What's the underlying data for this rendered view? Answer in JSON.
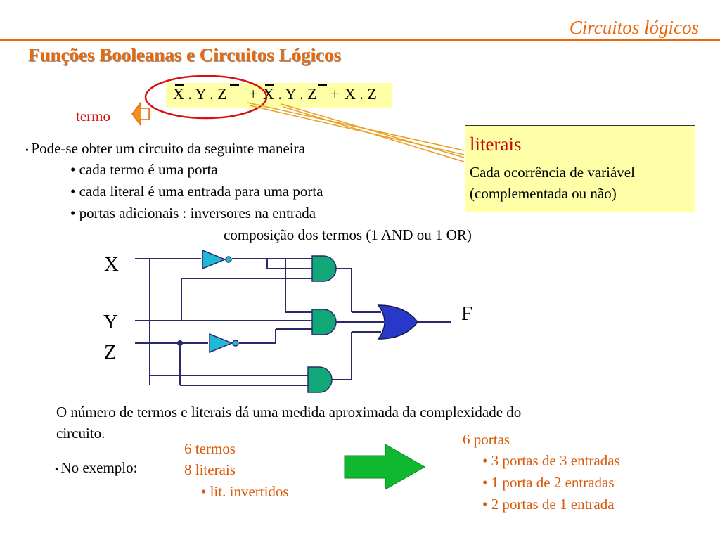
{
  "header": {
    "title": "Circuitos lógicos"
  },
  "main_title": "Funções Booleanas e Circuitos Lógicos",
  "expression": {
    "t1": "X . Y . Z",
    "plus1": "+",
    "t2": "X . Y . Z",
    "plus2": "+",
    "t3": "X . Z"
  },
  "termo_label": "termo",
  "literals_box": {
    "title": "literais",
    "desc_line1": "Cada ocorrência de variável",
    "desc_line2": "(complementada ou não)"
  },
  "bullets": {
    "intro": "Pode-se obter um circuito da seguinte maneira",
    "item1": "• cada termo é uma porta",
    "item2": "• cada literal é uma entrada para uma porta",
    "item3": "• portas adicionais : inversores na entrada",
    "item3_cont": "composição dos termos (1 AND ou 1 OR)"
  },
  "circuit": {
    "input_x": "X",
    "input_y": "Y",
    "input_z": "Z",
    "output_f": "F"
  },
  "summary": {
    "line1": "O número de termos e literais dá uma medida aproximada da  complexidade do",
    "line2": "circuito.",
    "example_label": "No exemplo:",
    "terms_count": "6 termos",
    "literals_count": "8 literais",
    "inverted": "• lit. invertidos",
    "gates_total": "6 portas",
    "gates_3in": "• 3 portas de 3 entradas",
    "gates_2in": "• 1 porta de 2 entradas",
    "gates_1in": "• 2 portas de 1 entrada"
  },
  "colors": {
    "accent_orange": "#e8680a",
    "and_gate_fill": "#10a878",
    "or_gate_fill": "#2838c8",
    "inverter_fill": "#20b8d8",
    "note_fill": "#ffffa8",
    "arrow_green": "#10b830"
  }
}
